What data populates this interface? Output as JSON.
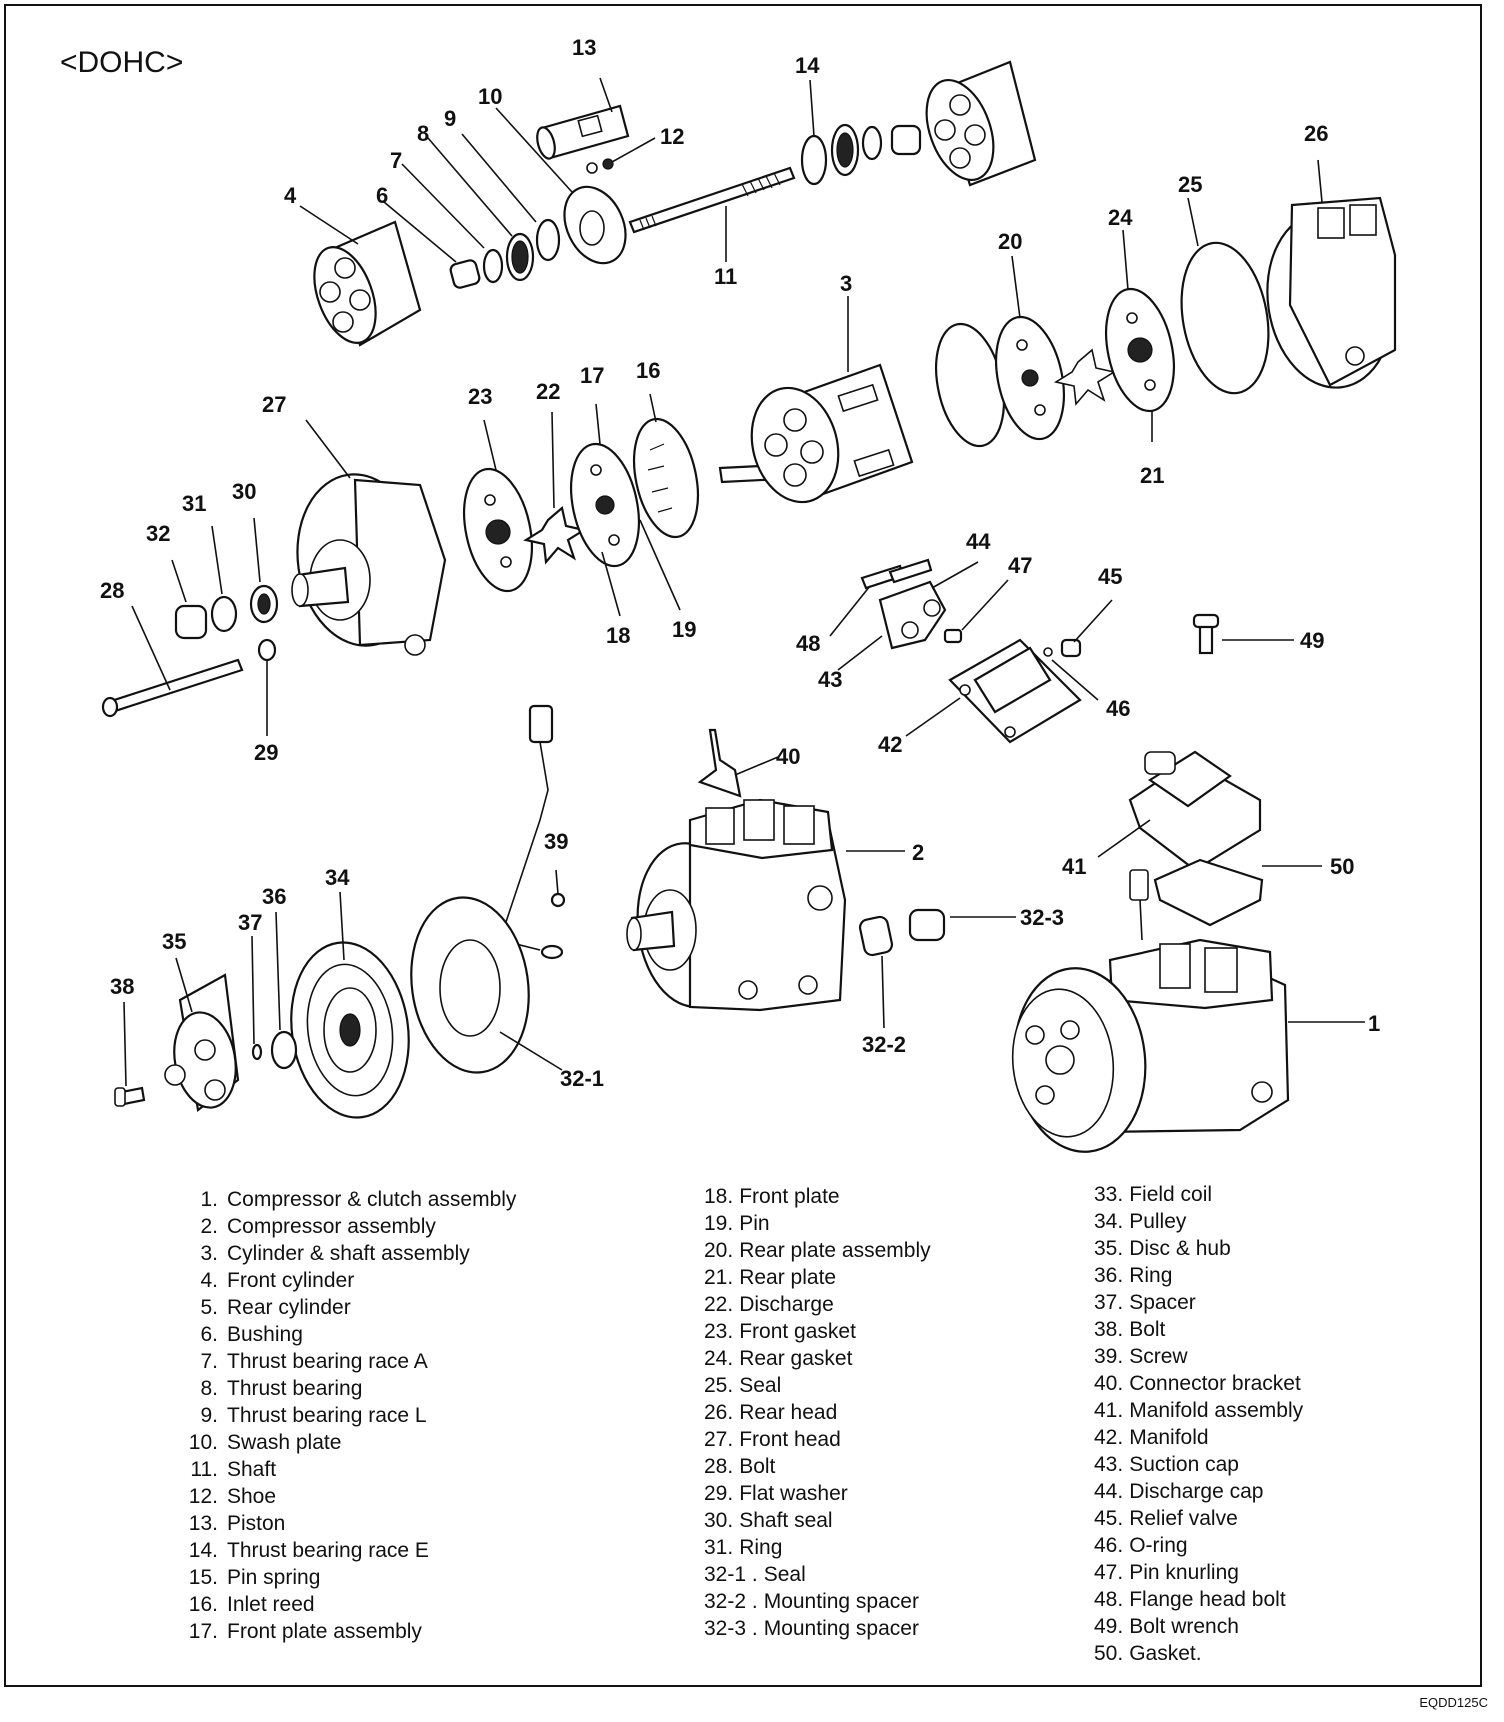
{
  "title": "<DOHC>",
  "figure_code": "EQDD125C",
  "callouts": {
    "c1": "1",
    "c2": "2",
    "c3": "3",
    "c4": "4",
    "c6": "6",
    "c7": "7",
    "c8": "8",
    "c9": "9",
    "c10": "10",
    "c11": "11",
    "c12": "12",
    "c13": "13",
    "c14": "14",
    "c16": "16",
    "c17": "17",
    "c18": "18",
    "c19": "19",
    "c20": "20",
    "c21": "21",
    "c22": "22",
    "c23": "23",
    "c24": "24",
    "c25": "25",
    "c26": "26",
    "c27": "27",
    "c28": "28",
    "c29": "29",
    "c30": "30",
    "c31": "31",
    "c32": "32",
    "c32_1": "32-1",
    "c32_2": "32-2",
    "c32_3": "32-3",
    "c34": "34",
    "c35": "35",
    "c36": "36",
    "c37": "37",
    "c38": "38",
    "c39": "39",
    "c40": "40",
    "c41": "41",
    "c42": "42",
    "c43": "43",
    "c44": "44",
    "c45": "45",
    "c46": "46",
    "c47": "47",
    "c48": "48",
    "c49": "49",
    "c50": "50"
  },
  "legend": {
    "col1": [
      {
        "num": "1.",
        "text": "Compressor & clutch assembly"
      },
      {
        "num": "2.",
        "text": "Compressor assembly"
      },
      {
        "num": "3.",
        "text": "Cylinder & shaft assembly"
      },
      {
        "num": "4.",
        "text": "Front cylinder"
      },
      {
        "num": "5.",
        "text": "Rear cylinder"
      },
      {
        "num": "6.",
        "text": "Bushing"
      },
      {
        "num": "7.",
        "text": "Thrust bearing race A"
      },
      {
        "num": "8.",
        "text": "Thrust bearing"
      },
      {
        "num": "9.",
        "text": "Thrust bearing race L"
      },
      {
        "num": "10.",
        "text": "Swash plate"
      },
      {
        "num": "11.",
        "text": "Shaft"
      },
      {
        "num": "12.",
        "text": "Shoe"
      },
      {
        "num": "13.",
        "text": "Piston"
      },
      {
        "num": "14.",
        "text": "Thrust bearing race E"
      },
      {
        "num": "15.",
        "text": "Pin spring"
      },
      {
        "num": "16.",
        "text": "Inlet reed"
      },
      {
        "num": "17.",
        "text": "Front plate assembly"
      }
    ],
    "col2": [
      {
        "num": "18.",
        "text": "Front plate"
      },
      {
        "num": "19.",
        "text": "Pin"
      },
      {
        "num": "20.",
        "text": "Rear plate assembly"
      },
      {
        "num": "21.",
        "text": "Rear plate"
      },
      {
        "num": "22.",
        "text": "Discharge"
      },
      {
        "num": "23.",
        "text": "Front gasket"
      },
      {
        "num": "24.",
        "text": "Rear gasket"
      },
      {
        "num": "25.",
        "text": "Seal"
      },
      {
        "num": "26.",
        "text": "Rear head"
      },
      {
        "num": "27.",
        "text": "Front head"
      },
      {
        "num": "28.",
        "text": "Bolt"
      },
      {
        "num": "29.",
        "text": "Flat washer"
      },
      {
        "num": "30.",
        "text": "Shaft seal"
      },
      {
        "num": "31.",
        "text": "Ring"
      },
      {
        "num": "32-1 .",
        "text": "Seal"
      },
      {
        "num": "32-2 .",
        "text": "Mounting spacer"
      },
      {
        "num": "32-3 .",
        "text": "Mounting spacer"
      }
    ],
    "col3": [
      {
        "num": "33.",
        "text": "Field coil"
      },
      {
        "num": "34.",
        "text": "Pulley"
      },
      {
        "num": "35.",
        "text": "Disc & hub"
      },
      {
        "num": "36.",
        "text": "Ring"
      },
      {
        "num": "37.",
        "text": "Spacer"
      },
      {
        "num": "38.",
        "text": "Bolt"
      },
      {
        "num": "39.",
        "text": "Screw"
      },
      {
        "num": "40.",
        "text": "Connector bracket"
      },
      {
        "num": "41.",
        "text": "Manifold assembly"
      },
      {
        "num": "42.",
        "text": "Manifold"
      },
      {
        "num": "43.",
        "text": "Suction cap"
      },
      {
        "num": "44.",
        "text": "Discharge cap"
      },
      {
        "num": "45.",
        "text": "Relief valve"
      },
      {
        "num": "46.",
        "text": "O-ring"
      },
      {
        "num": "47.",
        "text": "Pin knurling"
      },
      {
        "num": "48.",
        "text": "Flange head bolt"
      },
      {
        "num": "49.",
        "text": "Bolt wrench"
      },
      {
        "num": "50.",
        "text": "Gasket."
      }
    ]
  }
}
